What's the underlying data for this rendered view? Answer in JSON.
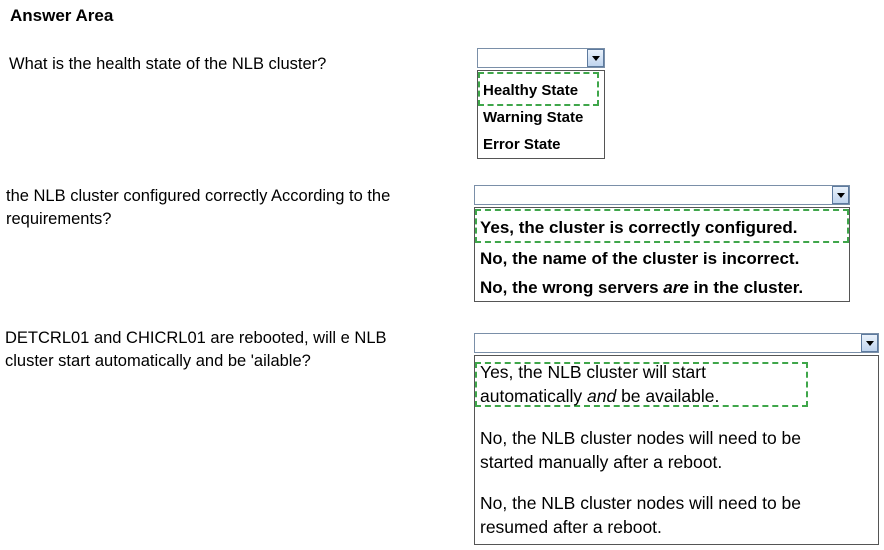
{
  "title": "Answer Area",
  "questions": [
    {
      "text": "What is the health state of the NLB cluster?",
      "selected": "",
      "options": [
        "Healthy State",
        "Warning State",
        "Error State"
      ]
    },
    {
      "text_line1": "the NLB cluster configured correctly According to the",
      "text_line2": "requirements?",
      "selected": "",
      "options": [
        "Yes, the cluster is correctly configured.",
        "No, the name of the cluster is incorrect."
      ],
      "option3": {
        "before": "No, the wrong servers ",
        "emphasis": "are",
        "after": " in the cluster."
      }
    },
    {
      "text_line1": "DETCRL01 and CHICRL01 are rebooted, will e NLB",
      "text_line2": "cluster start automatically and be 'ailable?",
      "selected": "",
      "option1": {
        "line1": "Yes, the NLB cluster will start",
        "line2_before": "automatically ",
        "line2_emphasis": "and",
        "line2_after": " be available."
      },
      "option2": {
        "line1": "No, the NLB cluster nodes will need to be",
        "line2": "started manually after a reboot."
      },
      "option3": {
        "line1": "No, the NLB cluster nodes will need to be",
        "line2": "resumed after a reboot."
      }
    }
  ]
}
